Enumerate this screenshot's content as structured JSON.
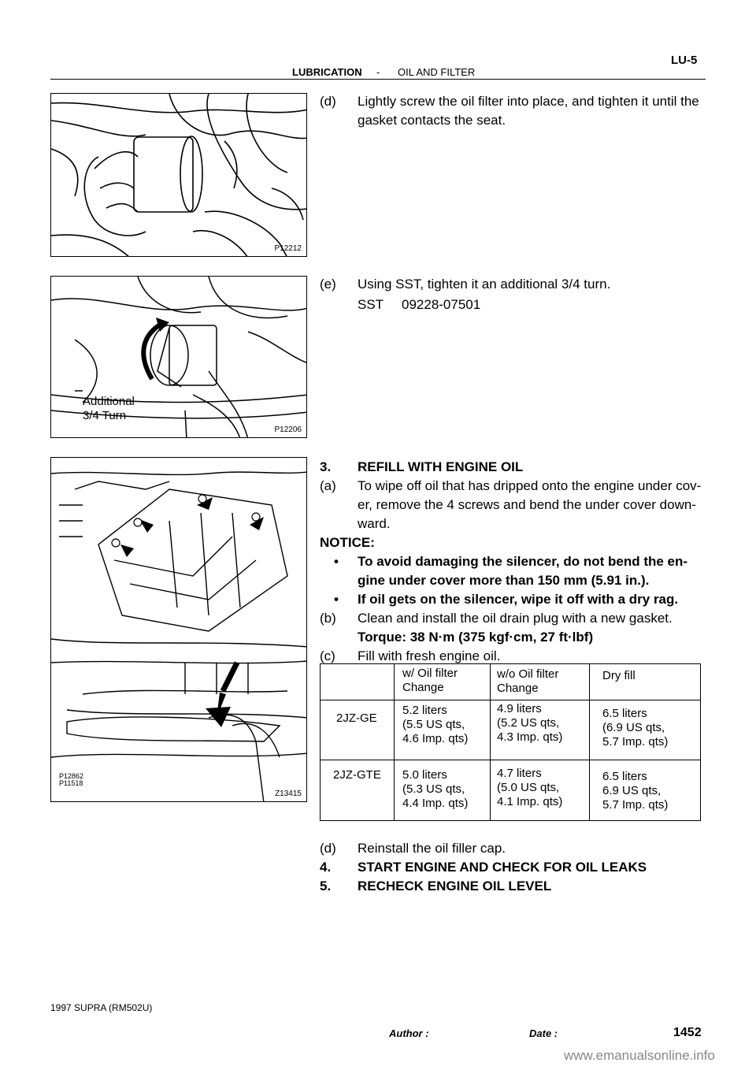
{
  "header": {
    "section": "LUBRICATION",
    "separator": "-",
    "subsection": "OIL AND FILTER",
    "page": "LU-5"
  },
  "figures": {
    "fig1": {
      "code": "P12212"
    },
    "fig2": {
      "code": "P12206",
      "callout_line1": "Additional",
      "callout_line2": "3/4 Turn"
    },
    "fig3": {
      "code": "Z13415",
      "ref_code_1": "P12862",
      "ref_code_2": "P11518"
    }
  },
  "steps": {
    "d1": {
      "label": "(d)",
      "line1": "Lightly screw the oil filter into place, and tighten it until the",
      "line2": "gasket contacts the seat."
    },
    "e": {
      "label": "(e)",
      "line1": "Using SST, tighten it an additional 3/4 turn.",
      "sst_label": "SST",
      "sst_number": "09228-07501"
    },
    "s3": {
      "label": "3.",
      "title": "REFILL WITH ENGINE OIL"
    },
    "a": {
      "label": "(a)",
      "line1": "To wipe off oil that has dripped onto the engine under cov-",
      "line2": "er, remove the 4 screws and bend the under cover down-",
      "line3": "ward."
    },
    "notice": {
      "title": "NOTICE:",
      "bullet": "•",
      "b1_line1": "To avoid damaging the silencer, do not bend the en-",
      "b1_line2": "gine under cover more than 150 mm (5.91 in.).",
      "b2": "If oil gets on the silencer, wipe it off with a dry rag."
    },
    "b": {
      "label": "(b)",
      "line1": "Clean and install the oil drain plug with a new gasket.",
      "torque": "Torque: 38 N·m (375 kgf·cm, 27 ft·lbf)"
    },
    "c": {
      "label": "(c)",
      "line1": "Fill with fresh engine oil."
    },
    "d2": {
      "label": "(d)",
      "line1": "Reinstall the oil filler cap."
    },
    "s4": {
      "label": "4.",
      "title": "START ENGINE AND CHECK FOR OIL LEAKS"
    },
    "s5": {
      "label": "5.",
      "title": "RECHECK ENGINE OIL LEVEL"
    }
  },
  "capacity_table": {
    "headers": [
      "",
      "w/ Oil filter\nChange",
      "w/o Oil filter\nChange",
      "Dry fill"
    ],
    "rows": [
      {
        "engine": "2JZ-GE",
        "with_filter": "5.2 liters\n(5.5 US qts,\n4.6 Imp. qts)",
        "without_filter": "4.9 liters\n(5.2 US qts,\n4.3 Imp. qts)",
        "dry_fill": "6.5 liters\n(6.9 US qts,\n5.7 Imp. qts)"
      },
      {
        "engine": "2JZ-GTE",
        "with_filter": "5.0 liters\n(5.3 US qts,\n4.4 Imp. qts)",
        "without_filter": "4.7 liters\n(5.0 US qts,\n4.1 Imp. qts)",
        "dry_fill": "6.5 liters\n6.9 US qts,\n5.7 Imp. qts)"
      }
    ]
  },
  "footer": {
    "model": "1997 SUPRA   (RM502U)",
    "author_label": "Author :",
    "date_label": "Date :",
    "page_number": "1452"
  },
  "watermark": "www.emanualsonline.info"
}
